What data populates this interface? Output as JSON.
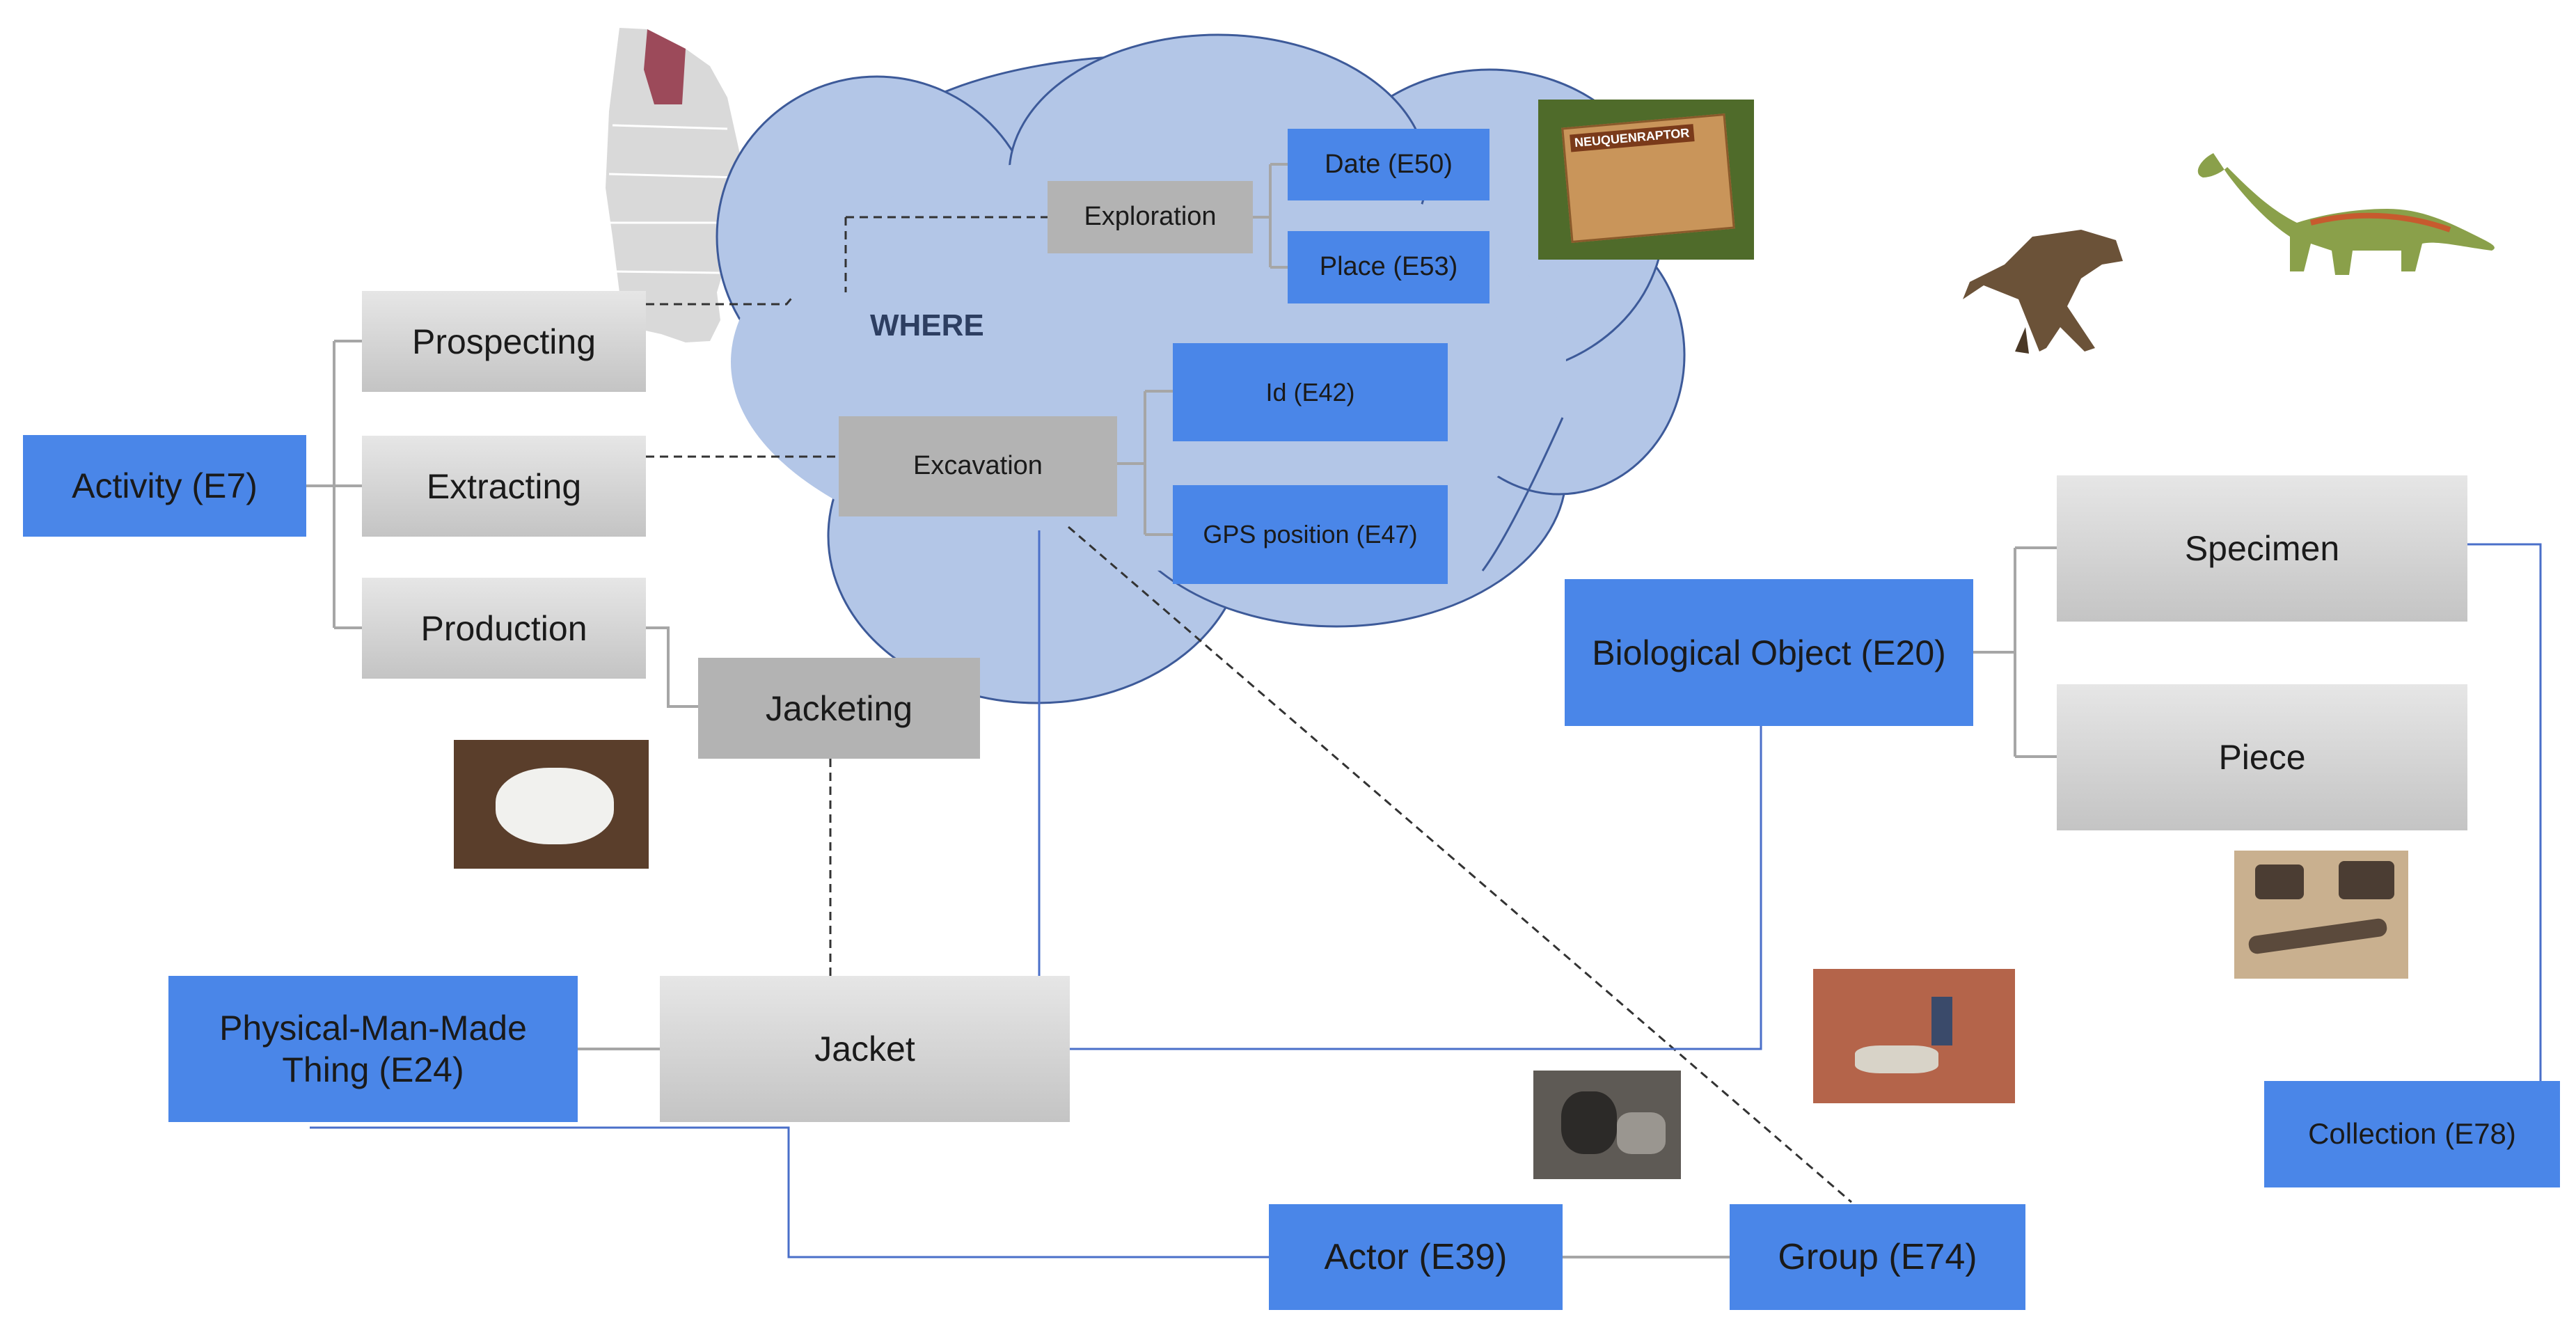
{
  "cloud": {
    "label": "WHERE"
  },
  "nodes": {
    "activity": "Activity (E7)",
    "prospecting": "Prospecting",
    "extracting": "Extracting",
    "production": "Production",
    "jacketing": "Jacketing",
    "exploration": "Exploration",
    "date": "Date (E50)",
    "place": "Place (E53)",
    "excavation": "Excavation",
    "id": "Id (E42)",
    "gps": "GPS position (E47)",
    "biological_object": "Biological Object (E20)",
    "specimen": "Specimen",
    "piece": "Piece",
    "physical_thing": "Physical-Man-Made Thing (E24)",
    "jacket": "Jacket",
    "actor": "Actor (E39)",
    "group": "Group (E74)",
    "collection": "Collection (E78)"
  },
  "sign": {
    "title": "NEUQUENRAPTOR"
  },
  "colors": {
    "entity_blue": "#4a86e8",
    "cloud_fill": "#b3c6e7",
    "cloud_stroke": "#3d5a99",
    "connector": "#4a6fc9",
    "grey_box": "#c4c4c4"
  },
  "icons": [
    "argentina-map-icon",
    "neuquenraptor-sign-photo",
    "theropod-dinosaur-icon",
    "sauropod-dinosaur-icon",
    "jacketing-hands-photo",
    "fossil-pieces-photo",
    "excavation-site-photo",
    "researcher-photo"
  ]
}
